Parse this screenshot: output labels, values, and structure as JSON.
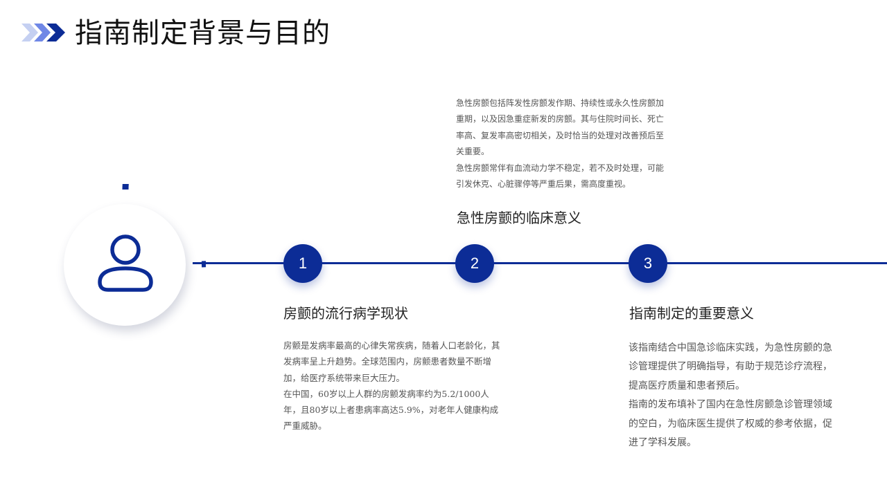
{
  "header": {
    "title": "指南制定背景与目的",
    "decor_icon": "triple-chevron-right",
    "chevron_colors": [
      "#c5d0f2",
      "#6f87e6",
      "#0c2c96"
    ]
  },
  "accent_color": "#0c2c96",
  "avatar": {
    "icon": "user-icon"
  },
  "timeline": {
    "nodes": [
      "1",
      "2",
      "3"
    ]
  },
  "sections": [
    {
      "title": "房颤的流行病学现状",
      "paragraphs": [
        "房颤是发病率最高的心律失常疾病，随着人口老龄化，其发病率呈上升趋势。全球范围内，房颤患者数量不断增加，给医疗系统带来巨大压力。",
        "在中国，60岁以上人群的房颤发病率约为5.2/1000人年，且80岁以上者患病率高达5.9%，对老年人健康构成严重威胁。"
      ]
    },
    {
      "title": "急性房颤的临床意义",
      "paragraphs": [
        "急性房颤包括阵发性房颤发作期、持续性或永久性房颤加重期，以及因急重症新发的房颤。其与住院时间长、死亡率高、复发率高密切相关，及时恰当的处理对改善预后至关重要。",
        "急性房颤常伴有血流动力学不稳定，若不及时处理，可能引发休克、心脏骤停等严重后果，需高度重视。"
      ]
    },
    {
      "title": "指南制定的重要意义",
      "paragraphs": [
        "该指南结合中国急诊临床实践，为急性房颤的急诊管理提供了明确指导，有助于规范诊疗流程，提高医疗质量和患者预后。",
        "指南的发布填补了国内在急性房颤急诊管理领域的空白，为临床医生提供了权威的参考依据，促进了学科发展。"
      ]
    }
  ]
}
